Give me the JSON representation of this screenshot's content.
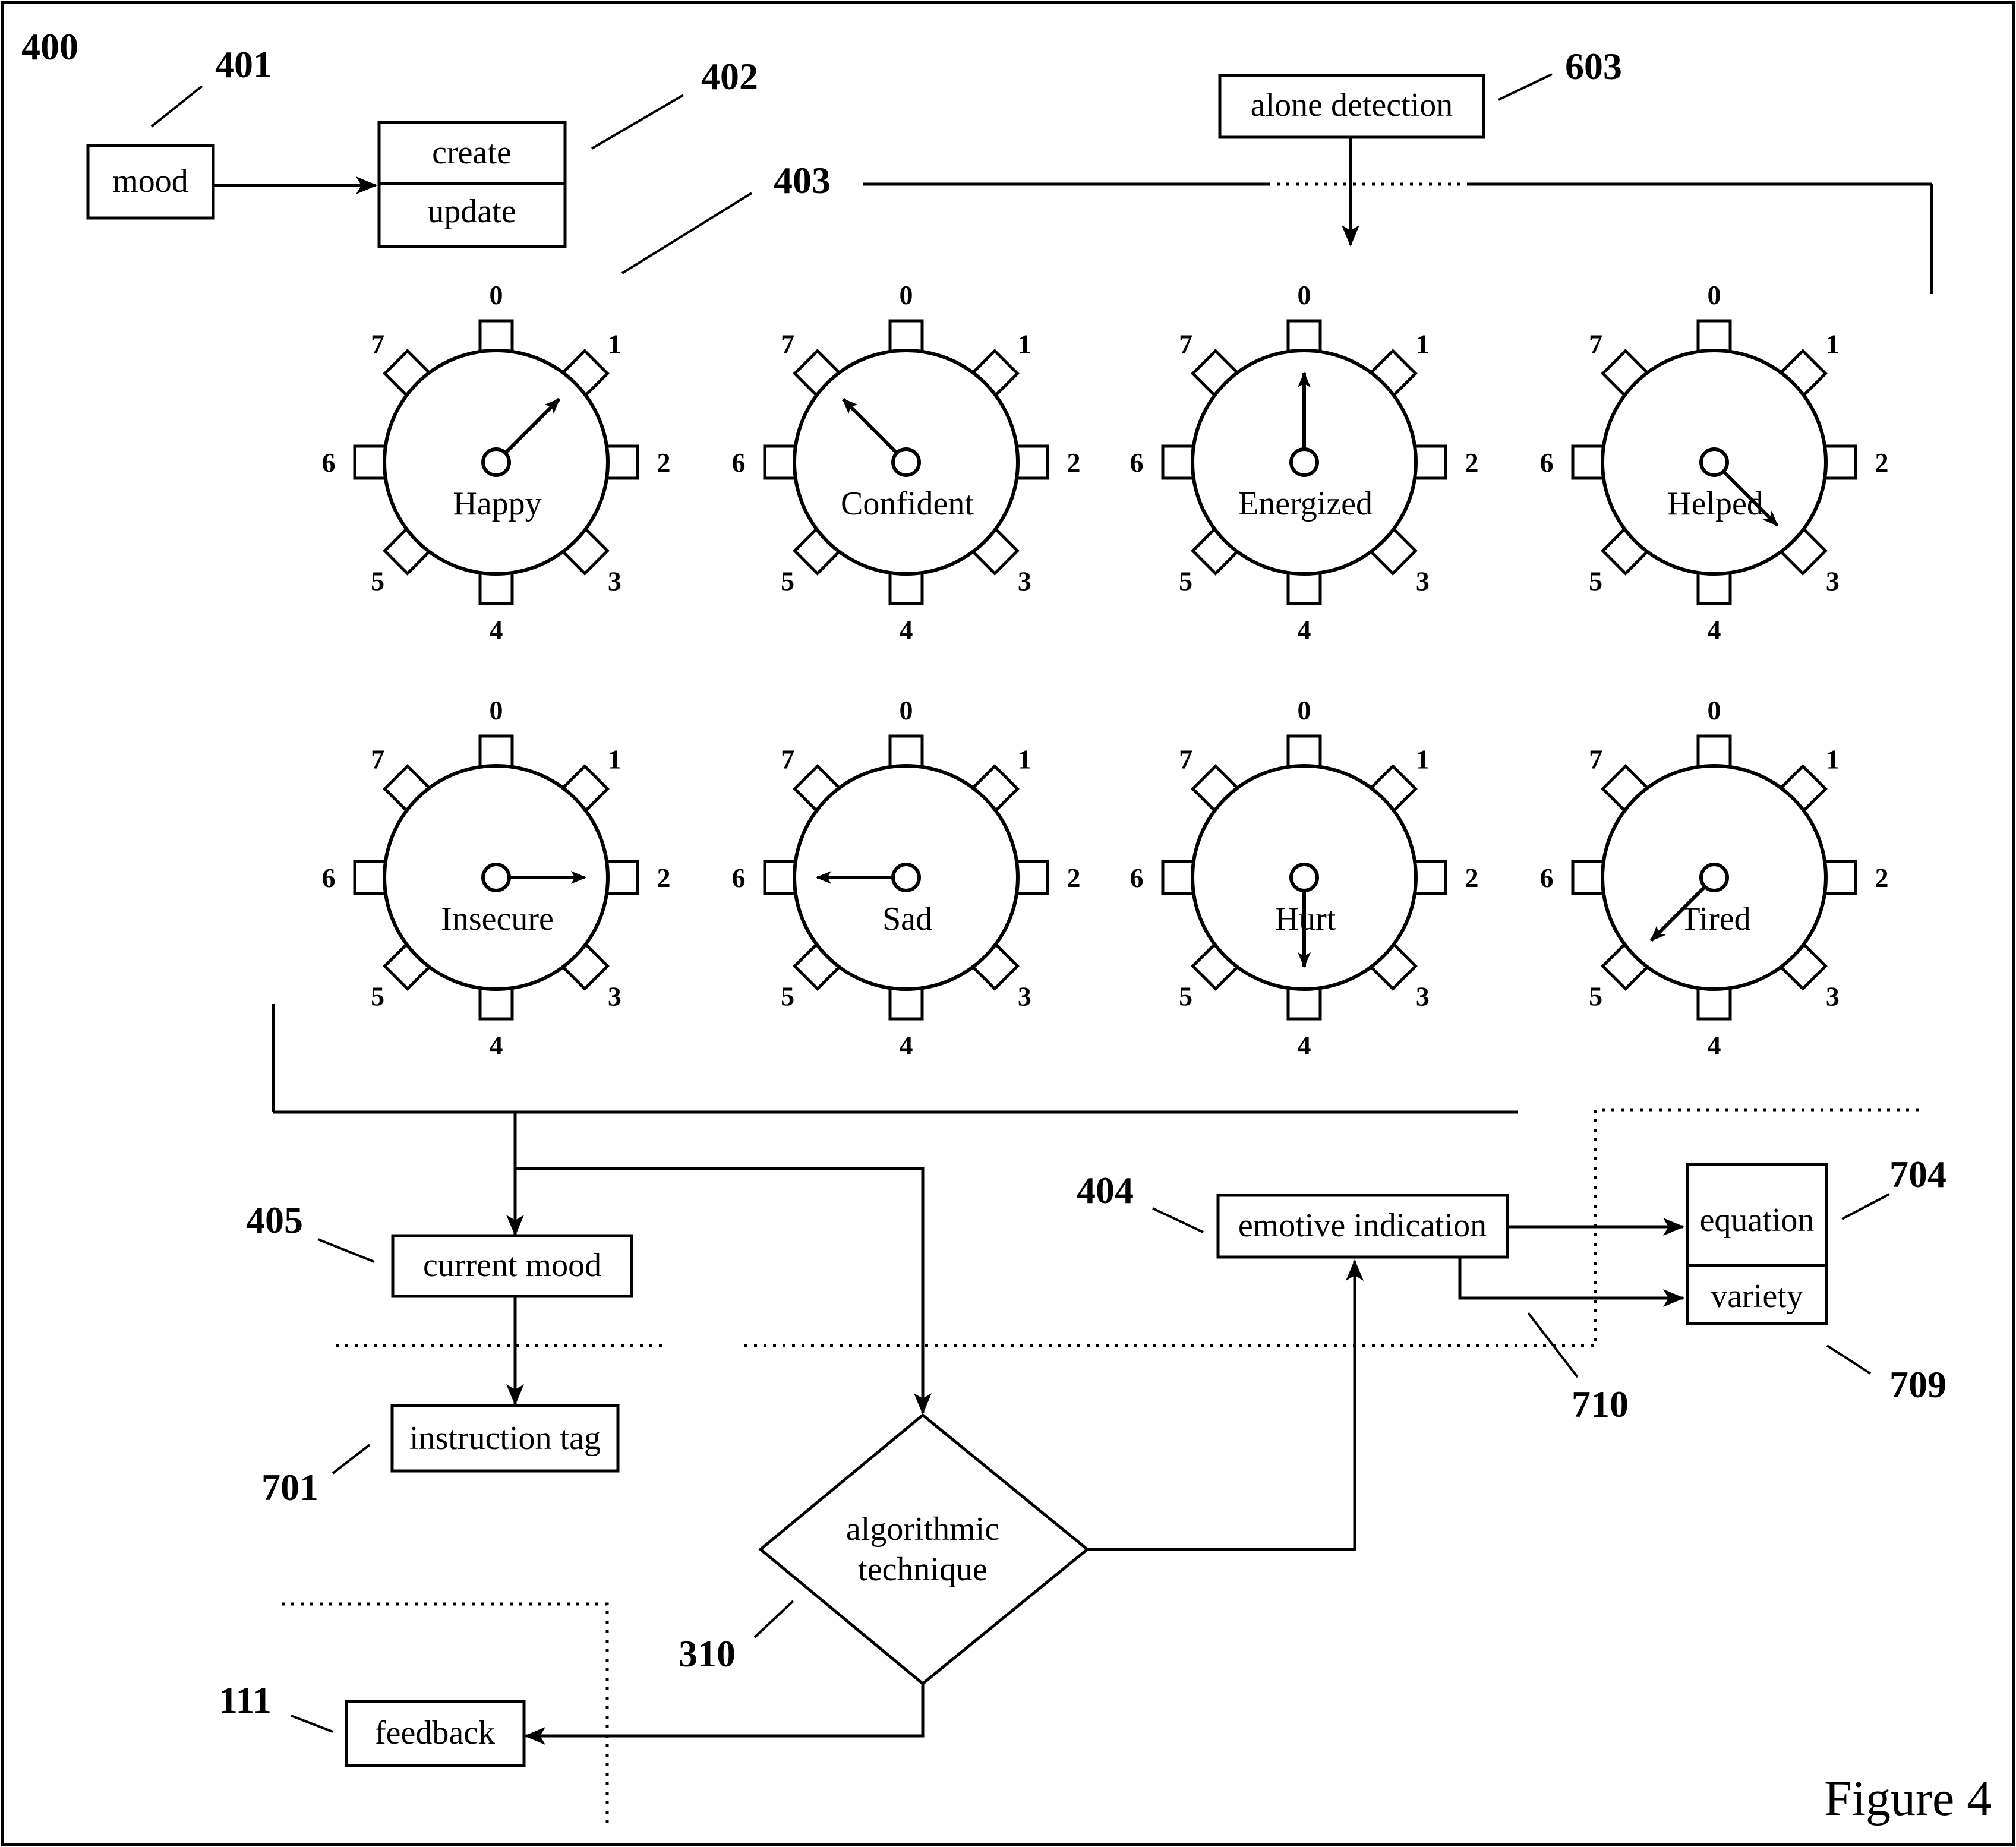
{
  "figure": {
    "number": "400",
    "caption": "Figure 4",
    "colors": {
      "ink": "#000000",
      "background": "#ffffff"
    }
  },
  "refs": {
    "r401": "401",
    "r402": "402",
    "r403": "403",
    "r603": "603",
    "r404": "404",
    "r405": "405",
    "r701": "701",
    "r704": "704",
    "r709": "709",
    "r710": "710",
    "r310": "310",
    "r111": "111"
  },
  "boxes": {
    "mood": "mood",
    "create": "create",
    "update": "update",
    "alone_detection": "alone detection",
    "current_mood": "current mood",
    "instruction_tag": "instruction tag",
    "emotive_indication": "emotive indication",
    "equation": "equation",
    "variety": "variety",
    "feedback": "feedback",
    "algorithmic_line1": "algorithmic",
    "algorithmic_line2": "technique"
  },
  "dial_positions": [
    "0",
    "1",
    "2",
    "3",
    "4",
    "5",
    "6",
    "7"
  ],
  "dials": [
    {
      "label": "Happy",
      "pointer": "1"
    },
    {
      "label": "Confident",
      "pointer": "7"
    },
    {
      "label": "Energized",
      "pointer": "0"
    },
    {
      "label": "Helped",
      "pointer": "3"
    },
    {
      "label": "Insecure",
      "pointer": "2"
    },
    {
      "label": "Sad",
      "pointer": "6"
    },
    {
      "label": "Hurt",
      "pointer": "4"
    },
    {
      "label": "Tired",
      "pointer": "5"
    }
  ]
}
